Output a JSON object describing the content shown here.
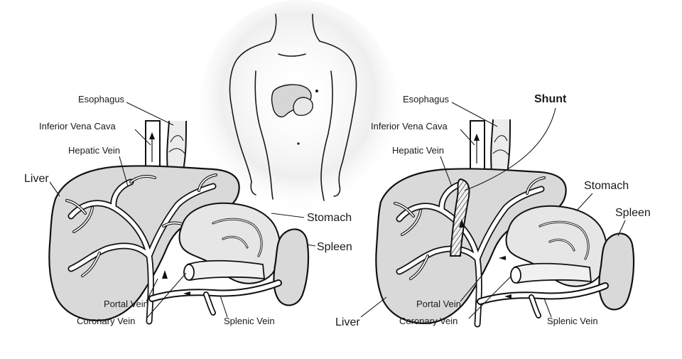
{
  "labels": {
    "left": {
      "esophagus": "Esophagus",
      "inferior_vena_cava": "Inferior Vena Cava",
      "hepatic_vein": "Hepatic Vein",
      "liver": "Liver",
      "stomach": "Stomach",
      "spleen": "Spleen",
      "portal_vein": "Portal Vein",
      "coronary_vein": "Coronary Vein",
      "splenic_vein": "Splenic Vein"
    },
    "right": {
      "esophagus": "Esophagus",
      "shunt": "Shunt",
      "inferior_vena_cava": "Inferior Vena Cava",
      "hepatic_vein": "Hepatic Vein",
      "stomach": "Stomach",
      "spleen": "Spleen",
      "liver": "Liver",
      "portal_vein": "Portal Vein",
      "coronary_vein": "Coronary Vein",
      "splenic_vein": "Splenic Vein"
    }
  },
  "colors": {
    "ink": "#111111",
    "organ_fill": "#d9d9d9",
    "background": "#ffffff"
  }
}
